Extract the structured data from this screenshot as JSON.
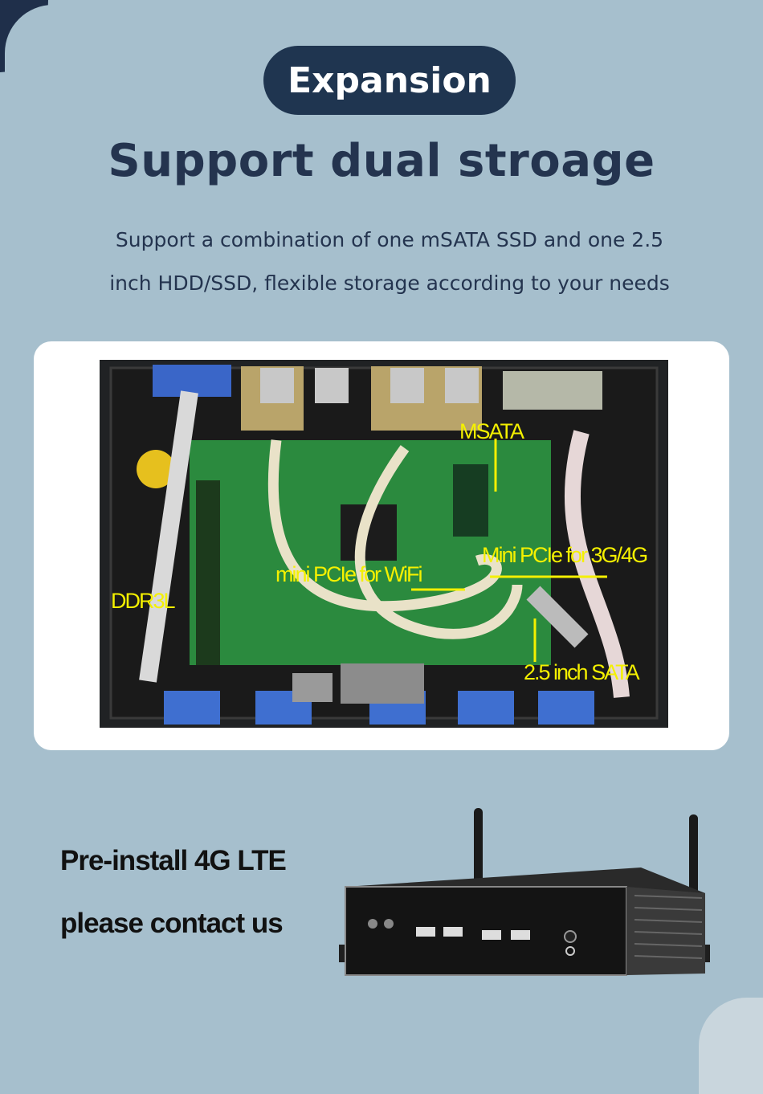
{
  "header": {
    "badge": "Expansion",
    "title": "Support dual stroage",
    "description_line1": "Support a combination of one mSATA SSD and one 2.5",
    "description_line2": "inch HDD/SSD, flexible storage according to your needs"
  },
  "board_labels": {
    "msata": "MSATA",
    "mini_pcie_3g4g": "Mini PCIe for 3G/4G",
    "mini_pcie_wifi": "mini PCIe for WiFi",
    "ddr3l": "DDR3L",
    "sata": "2.5 inch SATA"
  },
  "promo": {
    "line1": "Pre-install 4G LTE",
    "line2": "please contact us"
  },
  "colors": {
    "background": "#a6bfcd",
    "accent_dark": "#1f3550",
    "label_yellow": "#f4f000"
  }
}
